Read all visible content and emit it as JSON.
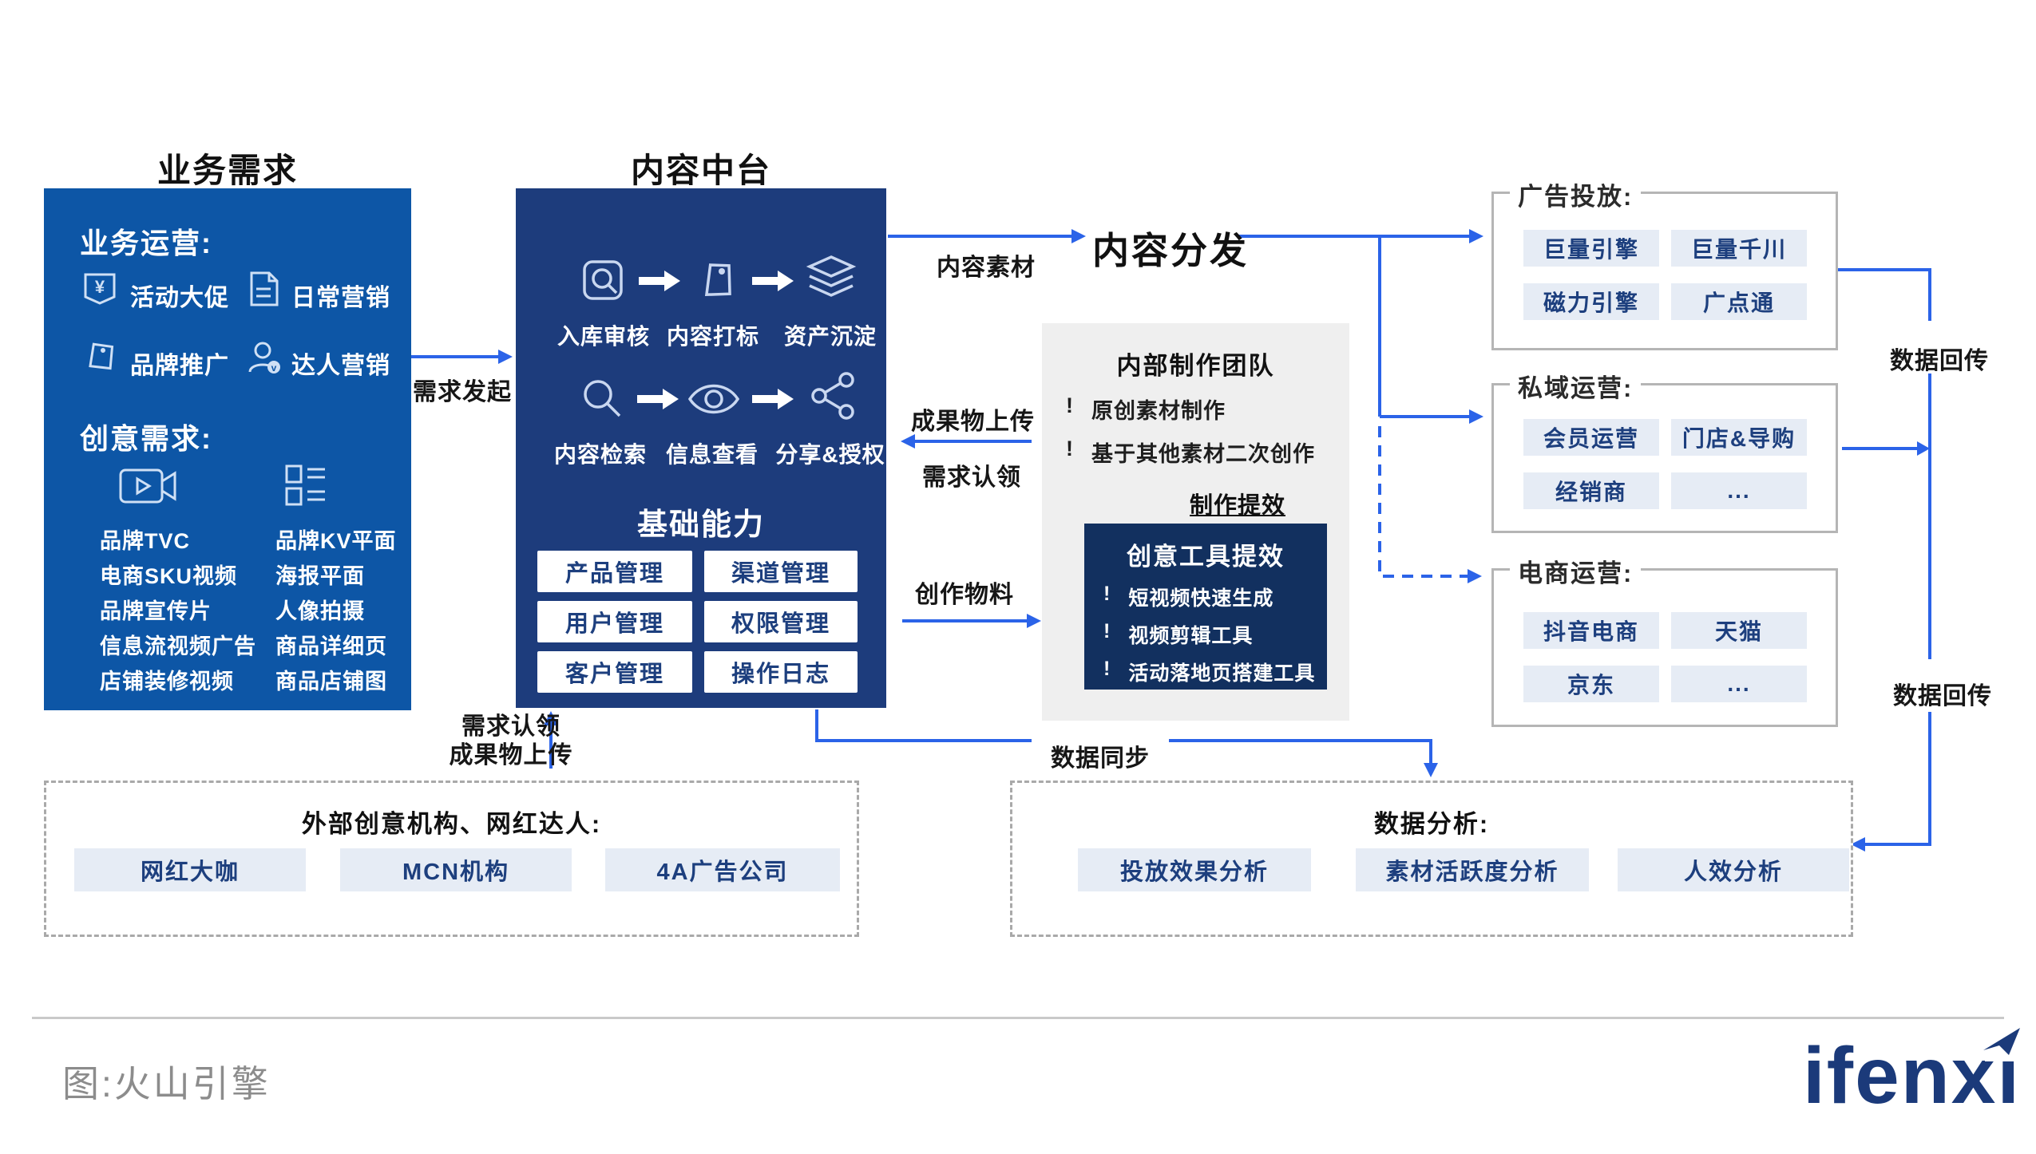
{
  "titles": {
    "business": "业务需求",
    "hub": "内容中台",
    "distribution": "内容分发"
  },
  "business_demand": {
    "operations_label": "业务运营:",
    "operations": [
      {
        "icon": "voucher-icon",
        "label": "活动大促"
      },
      {
        "icon": "document-icon",
        "label": "日常营销"
      },
      {
        "icon": "tag-icon",
        "label": "品牌推广"
      },
      {
        "icon": "person-icon",
        "label": "达人营销"
      }
    ],
    "creative_label": "创意需求:",
    "creative_col1": {
      "icon": "video-icon",
      "items": [
        "品牌TVC",
        "电商SKU视频",
        "品牌宣传片",
        "信息流视频广告",
        "店铺装修视频"
      ]
    },
    "creative_col2": {
      "icon": "layout-icon",
      "items": [
        "品牌KV平面",
        "海报平面",
        "人像拍摄",
        "商品详细页",
        "商品店铺图"
      ]
    }
  },
  "content_hub": {
    "flow_row1": [
      "入库审核",
      "内容打标",
      "资产沉淀"
    ],
    "flow_row2": [
      "内容检索",
      "信息查看",
      "分享&授权"
    ],
    "base_label": "基础能力",
    "base_buttons": [
      "产品管理",
      "渠道管理",
      "用户管理",
      "权限管理",
      "客户管理",
      "操作日志"
    ]
  },
  "internal_team": {
    "title": "内部制作团队",
    "bullet_char": "!",
    "bullets": [
      "原创素材制作",
      "基于其他素材二次创作"
    ],
    "boost_label": "制作提效",
    "tools": {
      "title": "创意工具提效",
      "bullets": [
        "短视频快速生成",
        "视频剪辑工具",
        "活动落地页搭建工具"
      ]
    }
  },
  "channels": [
    {
      "title": "广告投放:",
      "buttons": [
        "巨量引擎",
        "巨量千川",
        "磁力引擎",
        "广点通"
      ]
    },
    {
      "title": "私域运营:",
      "buttons": [
        "会员运营",
        "门店&导购",
        "经销商",
        "..."
      ]
    },
    {
      "title": "电商运营:",
      "buttons": [
        "抖音电商",
        "天猫",
        "京东",
        "..."
      ]
    }
  ],
  "external": {
    "title": "外部创意机构、网红达人:",
    "buttons": [
      "网红大咖",
      "MCN机构",
      "4A广告公司"
    ]
  },
  "analysis": {
    "title": "数据分析:",
    "buttons": [
      "投放效果分析",
      "素材活跃度分析",
      "人效分析"
    ]
  },
  "flow_labels": {
    "demand_initiate": "需求发起",
    "content_material": "内容素材",
    "deliverable_upload": "成果物上传",
    "demand_claim": "需求认领",
    "creation_material": "创作物料",
    "claim_line1": "需求认领",
    "claim_line2": "成果物上传",
    "data_sync": "数据同步",
    "data_backflow_1": "数据回传",
    "data_backflow_2": "数据回传"
  },
  "footer": {
    "caption": "图:火山引擎",
    "logo": "ifenxi"
  },
  "colors": {
    "left_box": "#0d56a6",
    "hub_box": "#1d3c7c",
    "tool_box": "#12305f",
    "arrow_blue": "#2b63e8",
    "chip_bg": "#e6ecf5",
    "chip_text": "#1d3f7e",
    "border_gray": "#b5b5b5",
    "logo_navy": "#1b3a7a"
  }
}
